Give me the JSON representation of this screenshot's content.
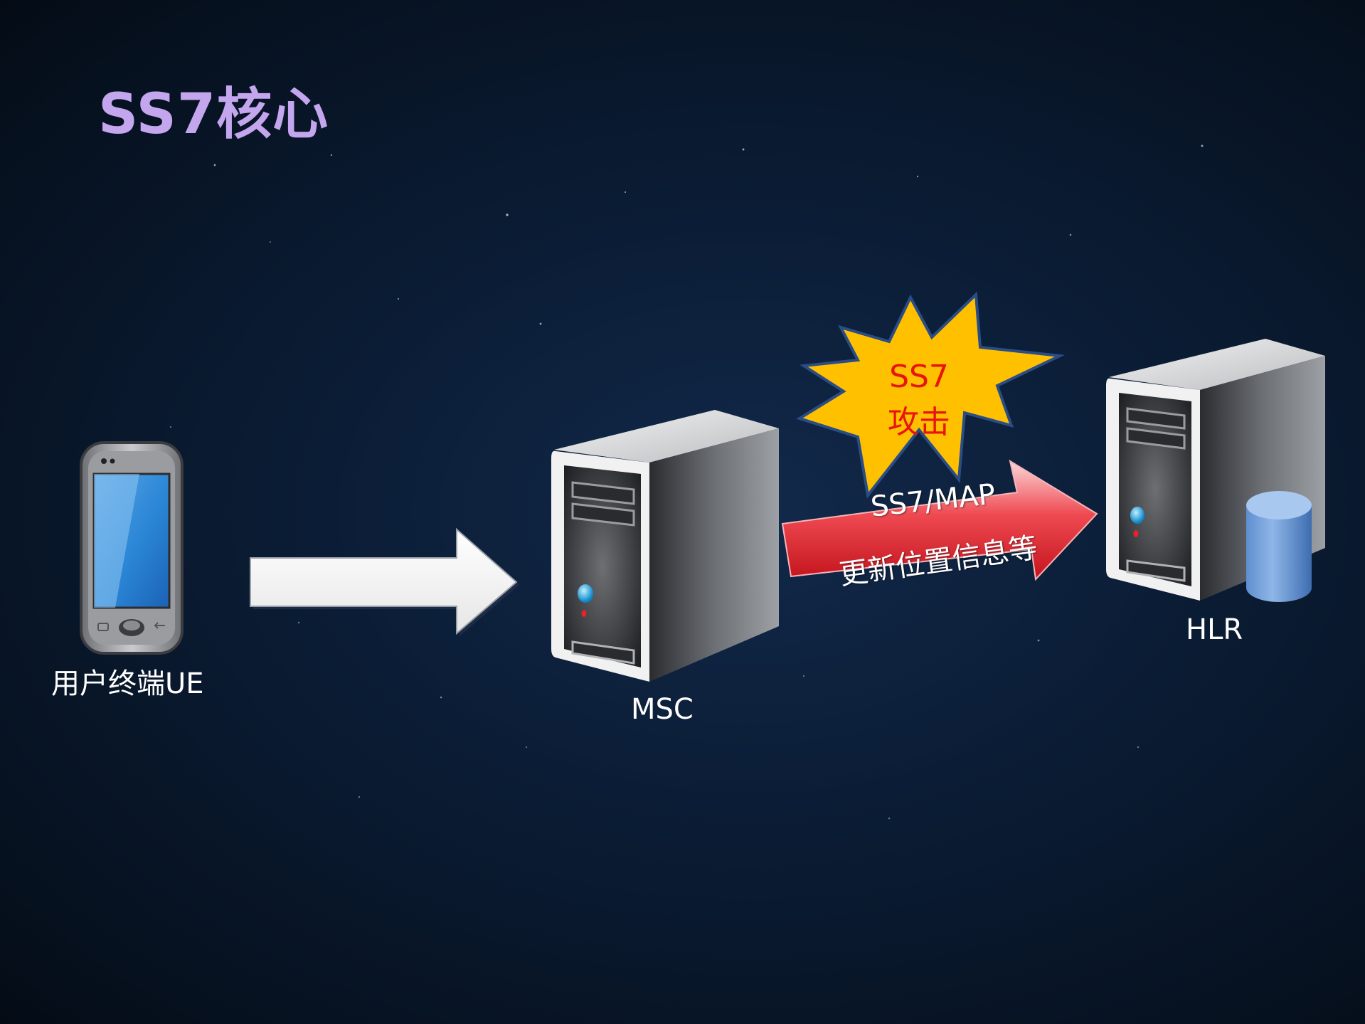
{
  "slide": {
    "title": "SS7核心"
  },
  "nodes": {
    "ue": {
      "label": "用户终端UE"
    },
    "msc": {
      "label": "MSC"
    },
    "hlr": {
      "label": "HLR"
    }
  },
  "links": {
    "ss7_link": {
      "protocol": "SS7/MAP",
      "message": "更新位置信息等"
    }
  },
  "attack": {
    "line1": "SS7",
    "line2": "攻击"
  },
  "colors": {
    "title": "#c4a6ee",
    "attack_text": "#e8140e",
    "burst_fill": "#ffc000",
    "link_arrow": "#e8323c",
    "background": "#0b1d36"
  }
}
